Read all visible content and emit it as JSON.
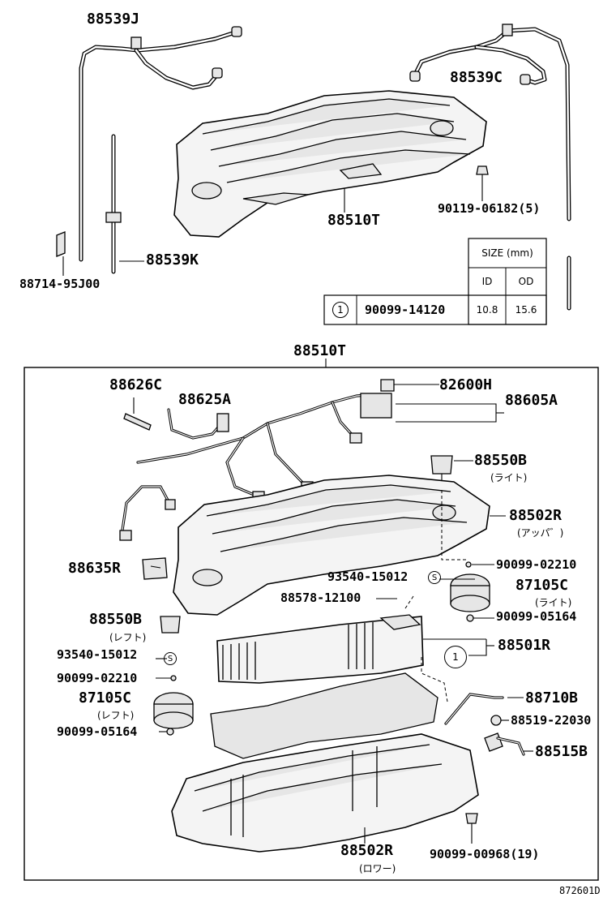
{
  "labels": {
    "p88539J": "88539J",
    "p88539C": "88539C",
    "p90119": "90119-06182(5)",
    "p88510T_top": "88510T",
    "p88539K": "88539K",
    "p88714": "88714-95J00",
    "p88510T_frame": "88510T",
    "p88626C": "88626C",
    "p88625A": "88625A",
    "p82600H": "82600H",
    "p88605A": "88605A",
    "p88550B_r": "88550B",
    "p88550B_r_note": "(ライト)",
    "p88502R_u": "88502R",
    "p88502R_u_note": "(アッパ゛)",
    "p88635R": "88635R",
    "p90099_02210_r": "90099-02210",
    "p93540_r": "93540-15012",
    "p87105C_r": "87105C",
    "p87105C_r_note": "(ライト)",
    "p88578": "88578-12100",
    "p90099_05164_r": "90099-05164",
    "p88550B_l": "88550B",
    "p88550B_l_note": "(レフト)",
    "p88501R": "88501R",
    "p93540_l": "93540-15012",
    "p90099_02210_l": "90099-02210",
    "p87105C_l": "87105C",
    "p87105C_l_note": "(レフト)",
    "p88710B": "88710B",
    "p88519": "88519-22030",
    "p90099_05164_l": "90099-05164",
    "p88515B": "88515B",
    "p88502R_l": "88502R",
    "p88502R_l_note": "(ロワー)",
    "p90099_00968": "90099-00968(19)",
    "diagram_code": "872601D"
  },
  "size_table": {
    "header": "SIZE (mm)",
    "col_id": "ID",
    "col_od": "OD",
    "row": {
      "ref": "1",
      "part": "90099-14120",
      "id": "10.8",
      "od": "15.6"
    }
  },
  "callout_marker": "1",
  "s_marker": "S"
}
